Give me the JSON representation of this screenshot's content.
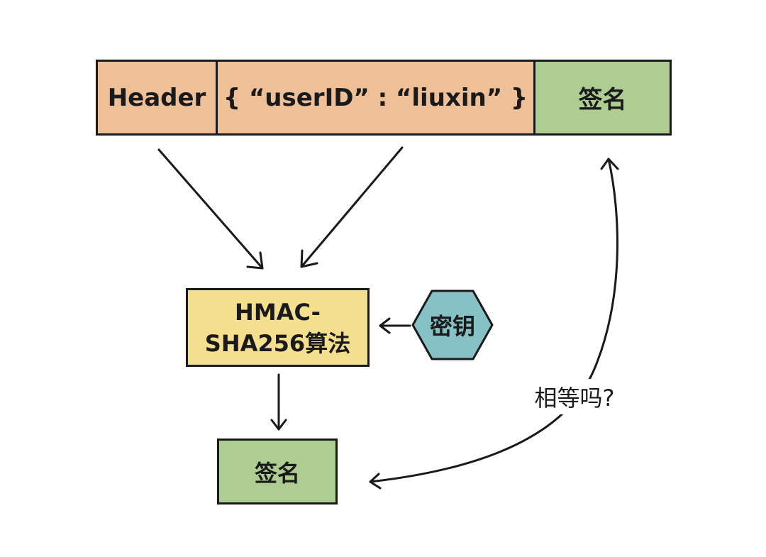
{
  "token": {
    "header": "Header",
    "payload": "{ “userID” : “liuxin” }",
    "signature": "签名"
  },
  "algorithm": {
    "line1": "HMAC-",
    "line2": "SHA256算法"
  },
  "secret_key": "密钥",
  "computed_signature": "签名",
  "compare_question": "相等吗?",
  "colors": {
    "token_parts": "#efbf97",
    "signature": "#aecd93",
    "algorithm": "#f4df8f",
    "secret_key": "#86c1c6",
    "stroke": "#1a1a1a"
  }
}
